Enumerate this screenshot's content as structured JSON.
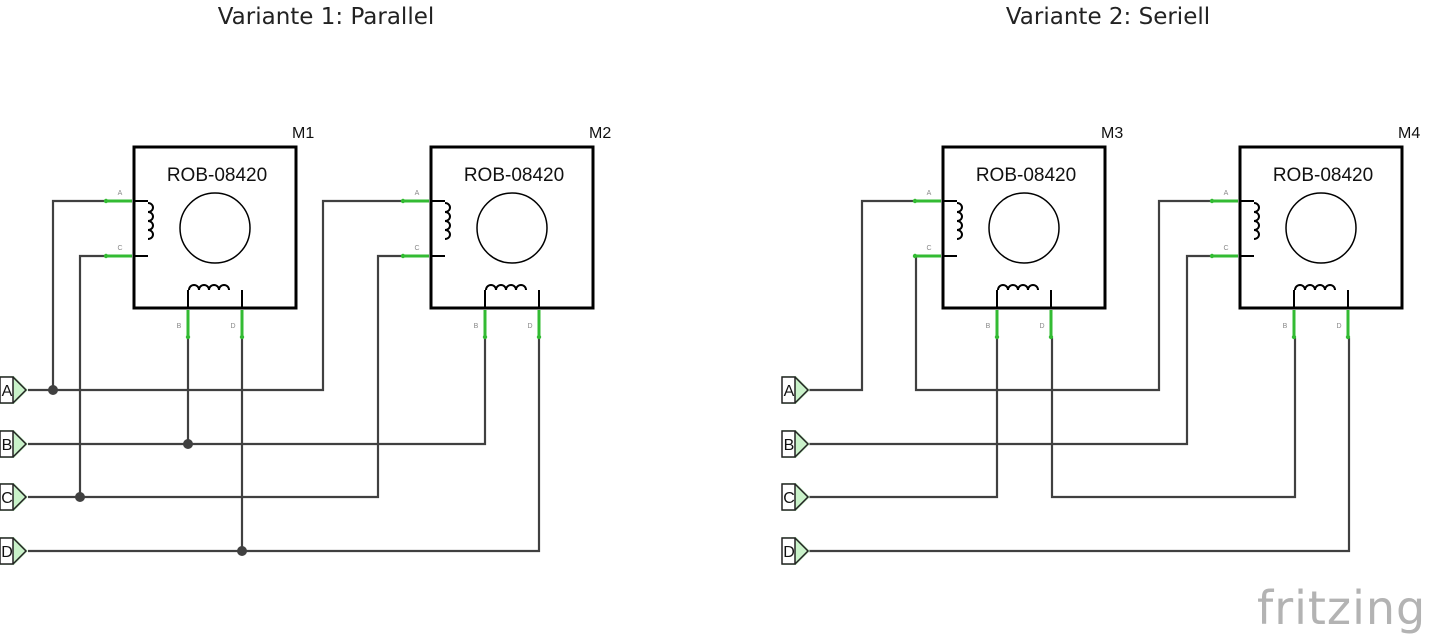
{
  "titles": {
    "left": "Variante 1: Parallel",
    "right": "Variante 2: Seriell"
  },
  "motors": [
    {
      "ref": "M1",
      "name": "ROB-08420"
    },
    {
      "ref": "M2",
      "name": "ROB-08420"
    },
    {
      "ref": "M3",
      "name": "ROB-08420"
    },
    {
      "ref": "M4",
      "name": "ROB-08420"
    }
  ],
  "pin_labels": {
    "a": "A",
    "c": "C",
    "b": "B",
    "d": "D"
  },
  "ports": {
    "left": [
      "A",
      "B",
      "C",
      "D"
    ],
    "right": [
      "A",
      "B",
      "C",
      "D"
    ]
  },
  "watermark": "fritzing"
}
